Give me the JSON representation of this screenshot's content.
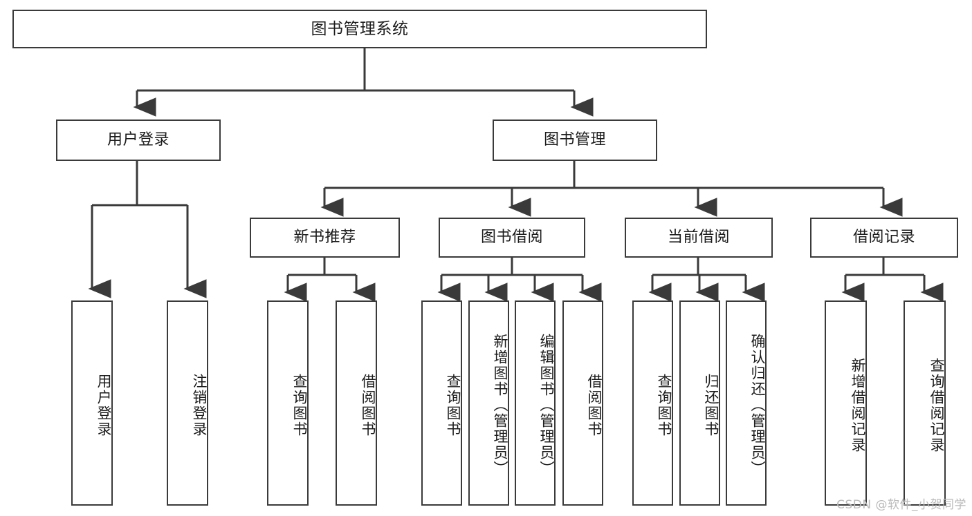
{
  "diagram": {
    "title": "图书管理系统",
    "type": "tree-hierarchy",
    "stroke_color": "#3a3a3a",
    "fill_color": "#ffffff",
    "text_color": "#1c1c1c"
  },
  "nodes": {
    "root": {
      "label": "图书管理系统"
    },
    "level2": [
      {
        "id": "user-login",
        "label": "用户登录"
      },
      {
        "id": "book-management",
        "label": "图书管理"
      }
    ],
    "level3": [
      {
        "id": "new-book-recommend",
        "label": "新书推荐"
      },
      {
        "id": "book-borrow",
        "label": "图书借阅"
      },
      {
        "id": "current-borrow",
        "label": "当前借阅"
      },
      {
        "id": "borrow-record",
        "label": "借阅记录"
      }
    ],
    "leaves": {
      "user_login": [
        {
          "id": "leaf-user-login",
          "label": "用户登录"
        },
        {
          "id": "leaf-logout",
          "label": "注销登录"
        }
      ],
      "new_book_recommend": [
        {
          "id": "leaf-query-book-1",
          "label": "查询图书"
        },
        {
          "id": "leaf-borrow-book-1",
          "label": "借阅图书"
        }
      ],
      "book_borrow": [
        {
          "id": "leaf-query-book-2",
          "label": "查询图书"
        },
        {
          "id": "leaf-add-book",
          "label": "新增图书（管理员）"
        },
        {
          "id": "leaf-edit-book",
          "label": "编辑图书（管理员）"
        },
        {
          "id": "leaf-borrow-book-2",
          "label": "借阅图书"
        }
      ],
      "current_borrow": [
        {
          "id": "leaf-query-book-3",
          "label": "查询图书"
        },
        {
          "id": "leaf-return-book",
          "label": "归还图书"
        },
        {
          "id": "leaf-confirm-return",
          "label": "确认归还（管理员）"
        }
      ],
      "borrow_record": [
        {
          "id": "leaf-add-record",
          "label": "新增借阅记录"
        },
        {
          "id": "leaf-query-record",
          "label": "查询借阅记录"
        }
      ]
    }
  },
  "watermark": {
    "text": "CSDN @软件_小贺同学"
  }
}
